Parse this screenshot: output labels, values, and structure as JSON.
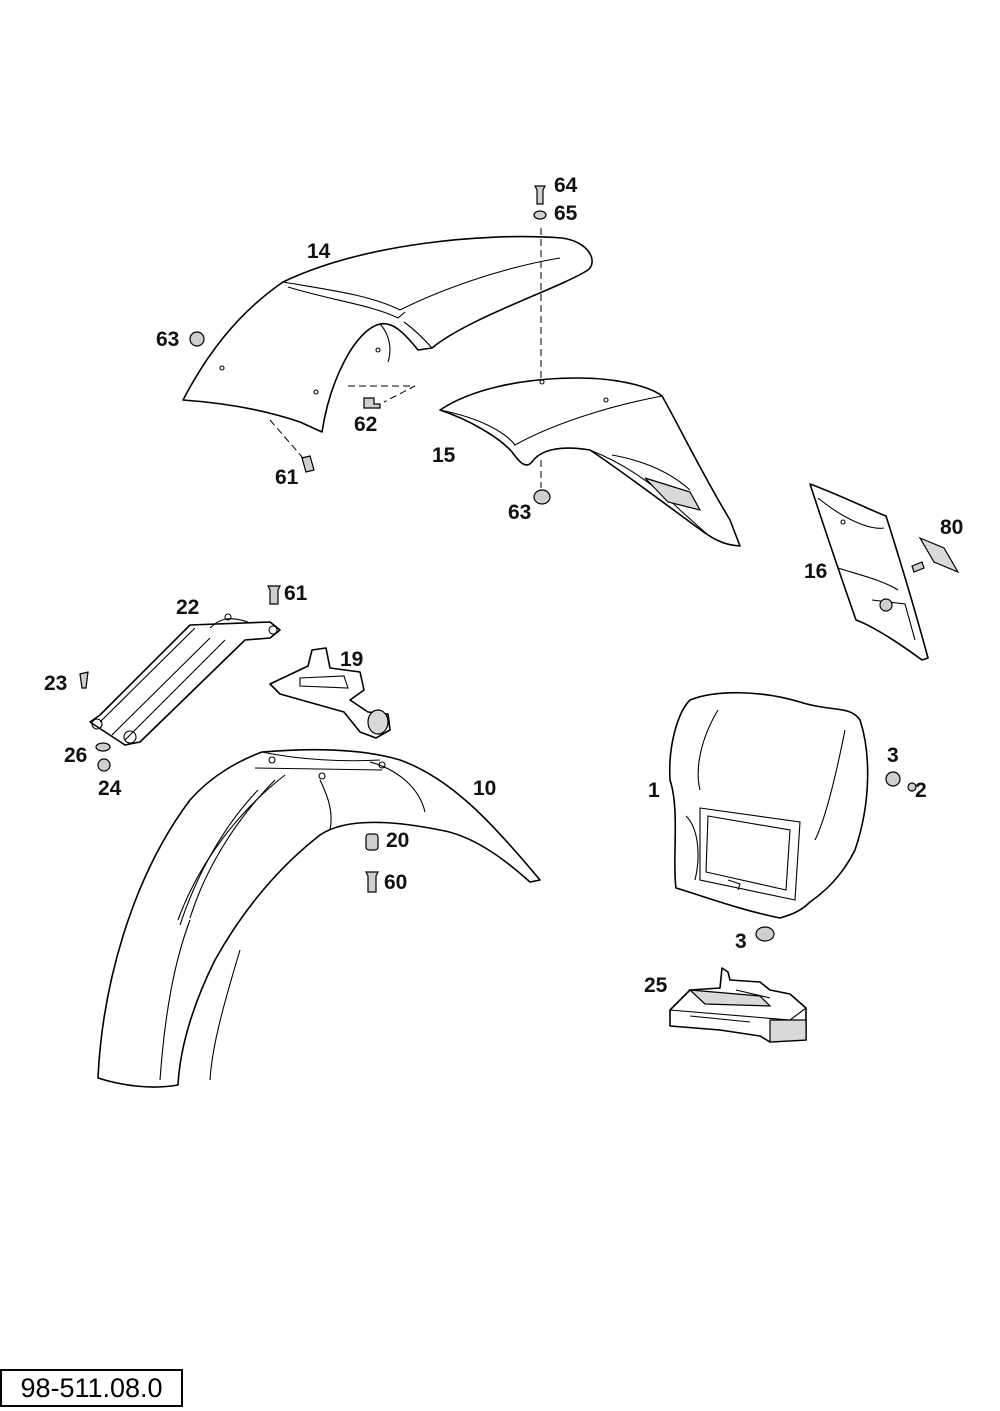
{
  "diagram": {
    "reference": "98-511.08.0",
    "callouts": {
      "p64": "64",
      "p65": "65",
      "p14": "14",
      "p63a": "63",
      "p62": "62",
      "p61a": "61",
      "p15": "15",
      "p63b": "63",
      "p80": "80",
      "p16": "16",
      "p22": "22",
      "p61b": "61",
      "p19": "19",
      "p23": "23",
      "p26": "26",
      "p24": "24",
      "p10": "10",
      "p20": "20",
      "p60": "60",
      "p3a": "3",
      "p2": "2",
      "p1": "1",
      "p3b": "3",
      "p25": "25"
    }
  }
}
